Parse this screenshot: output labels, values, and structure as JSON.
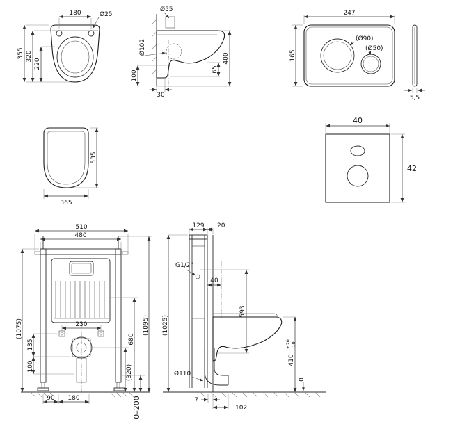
{
  "colors": {
    "line": "#1a1a1a",
    "background": "#ffffff"
  },
  "pan_top": {
    "w180": "180",
    "d25": "Ø25",
    "d355": "355",
    "d320": "320",
    "d220": "220"
  },
  "pan_side": {
    "d55": "Ø55",
    "d102": "Ø102",
    "h400": "400",
    "h65": "65",
    "h100": "100",
    "w30": "30"
  },
  "plate": {
    "w247": "247",
    "h165": "165",
    "d90": "(Ø90)",
    "d50": "(Ø50)",
    "t": "5,5"
  },
  "seat": {
    "h535": "535",
    "w365": "365"
  },
  "mat": {
    "w40": "40",
    "h42": "42"
  },
  "frame_front": {
    "w510": "510",
    "w480": "480",
    "h1075": "(1075)",
    "w230": "230",
    "h135": "135",
    "h100": "100",
    "h320": "(320)",
    "h680": "680",
    "range": "0–200",
    "h1095": "(1095)",
    "w90": "90",
    "w180": "180"
  },
  "frame_side": {
    "w129": "129",
    "w20": "20",
    "thread": "G1/2\"",
    "w40": "40",
    "h593": "593",
    "h1025": "(1025)",
    "d110": "Ø110",
    "h410": "410",
    "tolp": "+20",
    "tolm": "-10",
    "w7": "7",
    "w102": "102",
    "zero": "0"
  }
}
